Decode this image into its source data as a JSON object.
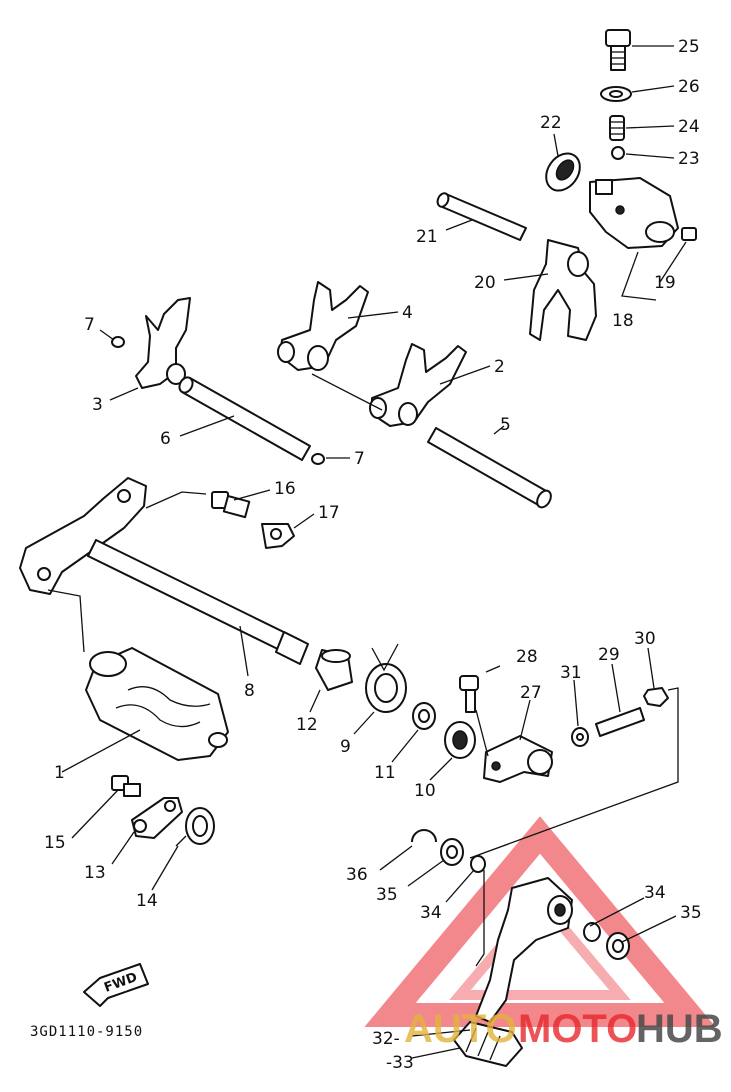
{
  "diagram": {
    "catalog_code": "3GD1110-9150",
    "fwd_label": "FWD",
    "part_numbers": [
      "1",
      "2",
      "3",
      "4",
      "5",
      "6",
      "7",
      "7",
      "8",
      "9",
      "10",
      "11",
      "12",
      "13",
      "14",
      "15",
      "16",
      "17",
      "18",
      "19",
      "20",
      "21",
      "22",
      "23",
      "24",
      "25",
      "26",
      "27",
      "28",
      "29",
      "30",
      "31",
      "32",
      "33",
      "34",
      "34",
      "35",
      "35",
      "36"
    ]
  },
  "watermark": {
    "part1": "AUTO",
    "part2": "MOTO",
    "part3": "HUB",
    "color_red": "#e8282d",
    "color_gold": "#e3b43c",
    "color_gray": "#4a4a4a"
  }
}
